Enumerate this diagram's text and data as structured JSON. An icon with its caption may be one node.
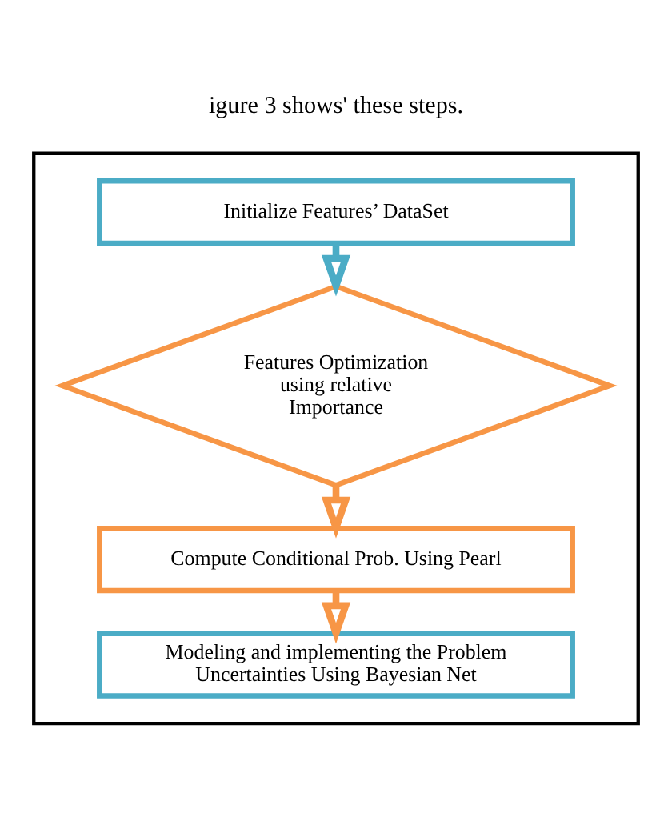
{
  "diagram": {
    "nodes": [
      {
        "text": [],
        "shape": "box"
      },
      {
        "text": [
          "Initialize Features’ DataSet"
        ],
        "in": 0
      },
      {
        "text": [
          "Features Optimization using relative Importance"
        ],
        "in": 0
      },
      {
        "text": [
          "Compute Conditional Prob. Using Pearl"
        ],
        "in": 0
      },
      {
        "text": [
          "Modeling and implementing the Problem Uncertainties Using Bayesian Net"
        ],
        "in": 0
      }
    ],
    "edges": [
      {
        "from": 1,
        "to": 2,
        "arrow": "to",
        "color": "#4bacc6"
      },
      {
        "from": 2,
        "to": 3,
        "arrow": "to"
      },
      {
        "from": 3,
        "to": 4,
        "arrow": "to"
      }
    ],
    "labels": [
      "igure 3 shows' these steps."
    ]
  }
}
